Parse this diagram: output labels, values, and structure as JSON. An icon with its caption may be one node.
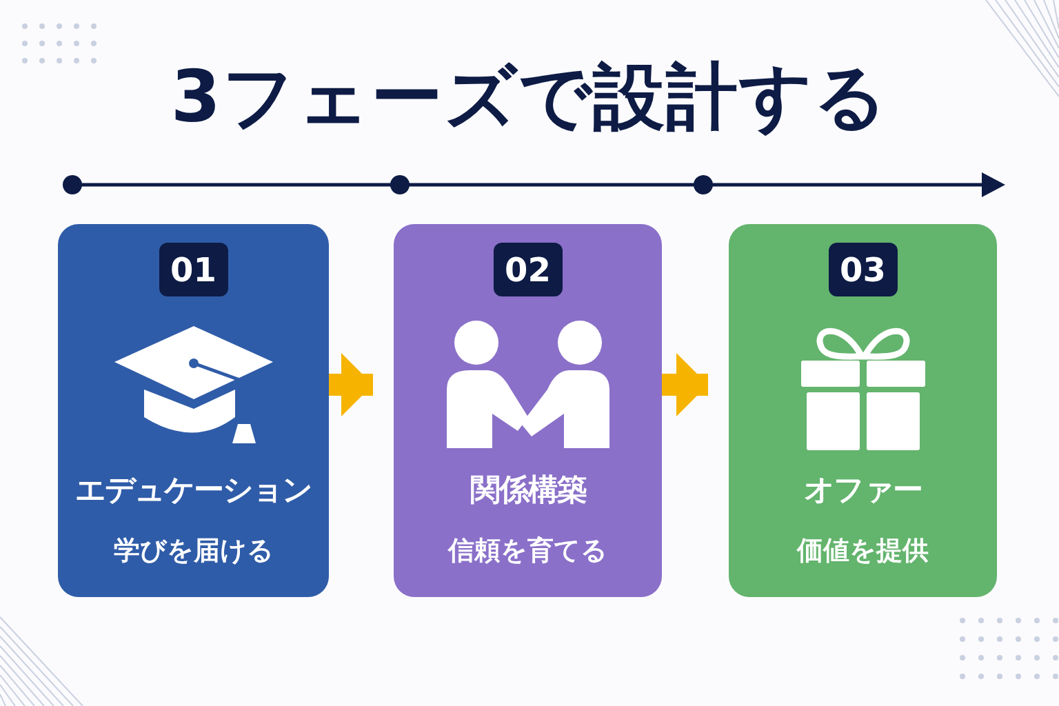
{
  "diagram": {
    "title": "3フェーズで設計する",
    "nodes": [
      {
        "text": [
          "エデュケーション",
          "学びを届ける"
        ]
      },
      {
        "text": [
          "01"
        ],
        "in": 0
      },
      {
        "text": [
          "関係構築",
          "信頼を育てる"
        ]
      },
      {
        "text": [
          "02"
        ],
        "in": 2
      },
      {
        "text": [
          "オファー",
          "価値を提供"
        ]
      },
      {
        "text": [
          "03"
        ],
        "in": 4
      }
    ],
    "edges": [
      {
        "from": 0,
        "to": 2,
        "arrow": "to"
      },
      {
        "from": 2,
        "to": 4,
        "arrow": "to"
      }
    ]
  }
}
